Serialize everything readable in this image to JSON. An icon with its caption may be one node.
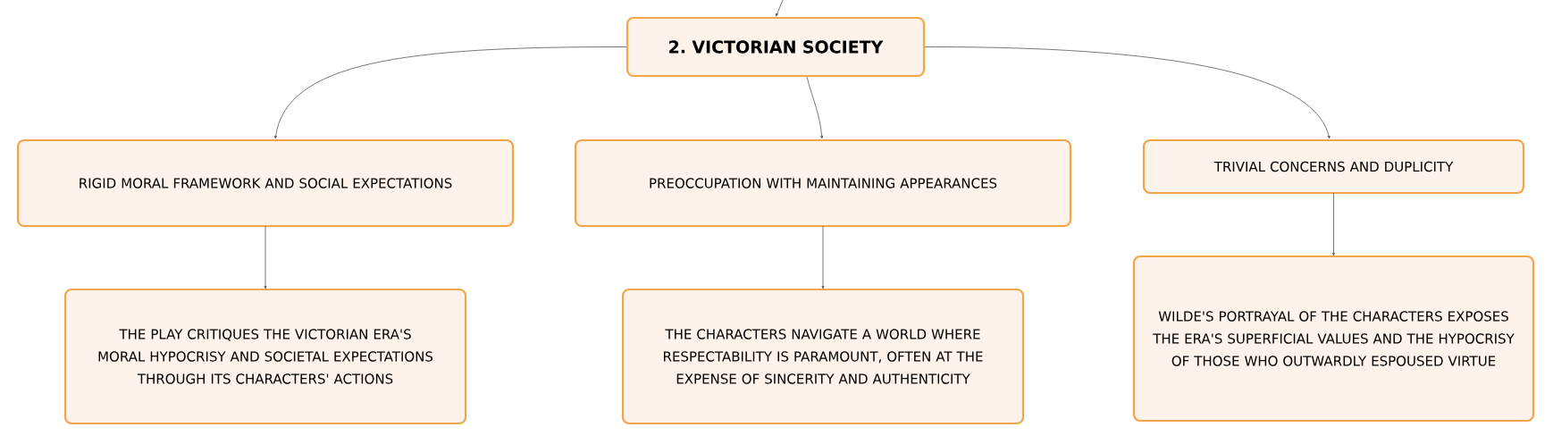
{
  "diagram": {
    "nodes": [
      {
        "text": [
          "2. VICTORIAN SOCIETY"
        ]
      },
      {
        "text": [
          "RIGID MORAL FRAMEWORK AND SOCIAL EXPECTATIONS"
        ]
      },
      {
        "text": [
          "PREOCCUPATION WITH MAINTAINING APPEARANCES"
        ]
      },
      {
        "text": [
          "TRIVIAL CONCERNS AND DUPLICITY"
        ]
      },
      {
        "text": [
          "THE PLAY CRITIQUES THE VICTORIAN ERA'S MORAL HYPOCRISY AND SOCIETAL EXPECTATIONS THROUGH ITS CHARACTERS' ACTIONS"
        ]
      },
      {
        "text": [
          "THE CHARACTERS NAVIGATE A WORLD WHERE RESPECTABILITY IS PARAMOUNT, OFTEN AT THE EXPENSE OF SINCERITY AND AUTHENTICITY"
        ]
      },
      {
        "text": [
          "WILDE'S PORTRAYAL OF THE CHARACTERS EXPOSES THE ERA'S SUPERFICIAL VALUES AND THE HYPOCRISY OF THOSE WHO OUTWARDLY ESPOUSED VIRTUE"
        ]
      }
    ],
    "edges": [
      {
        "from": null,
        "to": 0,
        "arrow": "to"
      },
      {
        "from": 0,
        "to": 1,
        "arrow": "to"
      },
      {
        "from": 0,
        "to": 2,
        "arrow": "to"
      },
      {
        "from": 0,
        "to": 3,
        "arrow": "to"
      },
      {
        "from": 1,
        "to": 4,
        "arrow": "to"
      },
      {
        "from": 2,
        "to": 5,
        "arrow": "to"
      },
      {
        "from": 3,
        "to": 6,
        "arrow": "to"
      }
    ]
  }
}
